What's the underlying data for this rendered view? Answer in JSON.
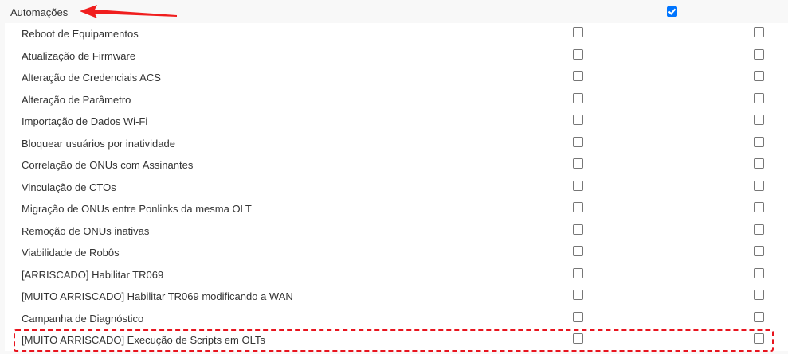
{
  "header": {
    "label": "Automações",
    "checked": true
  },
  "annotation": {
    "arrow_color": "#f01e1e",
    "highlight_color": "#e8141e",
    "highlighted_row_index": 14
  },
  "rows": [
    {
      "label": "Reboot de Equipamentos",
      "col1": false,
      "col2": false
    },
    {
      "label": "Atualização de Firmware",
      "col1": false,
      "col2": false
    },
    {
      "label": "Alteração de Credenciais ACS",
      "col1": false,
      "col2": false
    },
    {
      "label": "Alteração de Parâmetro",
      "col1": false,
      "col2": false
    },
    {
      "label": "Importação de Dados Wi-Fi",
      "col1": false,
      "col2": false
    },
    {
      "label": "Bloquear usuários por inatividade",
      "col1": false,
      "col2": false
    },
    {
      "label": "Correlação de ONUs com Assinantes",
      "col1": false,
      "col2": false
    },
    {
      "label": "Vinculação de CTOs",
      "col1": false,
      "col2": false
    },
    {
      "label": "Migração de ONUs entre Ponlinks da mesma OLT",
      "col1": false,
      "col2": false
    },
    {
      "label": "Remoção de ONUs inativas",
      "col1": false,
      "col2": false
    },
    {
      "label": "Viabilidade de Robôs",
      "col1": false,
      "col2": false
    },
    {
      "label": "[ARRISCADO] Habilitar TR069",
      "col1": false,
      "col2": false
    },
    {
      "label": "[MUITO ARRISCADO] Habilitar TR069 modificando a WAN",
      "col1": false,
      "col2": false
    },
    {
      "label": "Campanha de Diagnóstico",
      "col1": false,
      "col2": false
    },
    {
      "label": "[MUITO ARRISCADO] Execução de Scripts em OLTs",
      "col1": false,
      "col2": false
    }
  ]
}
